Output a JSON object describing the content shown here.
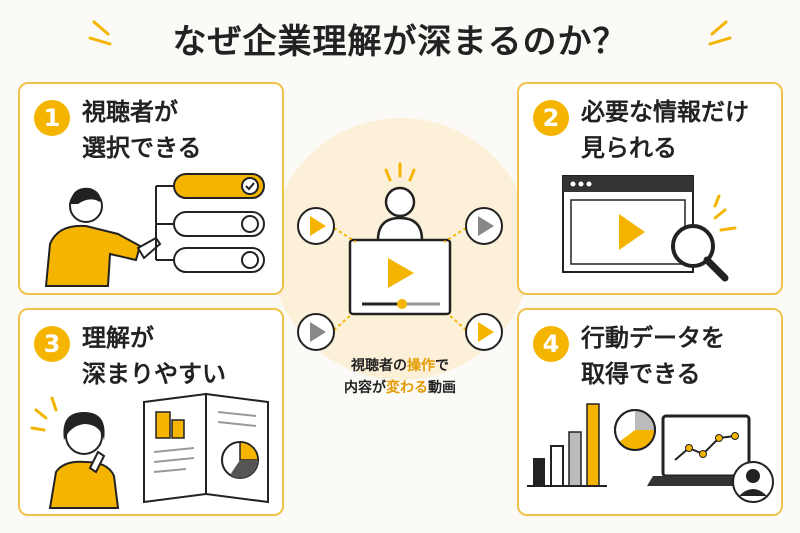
{
  "title": "なぜ企業理解が深まるのか？",
  "colors": {
    "accent": "#f4b400",
    "border": "#f0c24a",
    "dark": "#333333",
    "gray": "#999999"
  },
  "cards": [
    {
      "num": "1",
      "line1": "視聴者が",
      "line2": "選択できる"
    },
    {
      "num": "2",
      "line1": "必要な情報だけ",
      "line2": "見られる"
    },
    {
      "num": "3",
      "line1": "理解が",
      "line2": "深まりやすい"
    },
    {
      "num": "4",
      "line1": "行動データを",
      "line2": "取得できる"
    }
  ],
  "center": {
    "line1_a": "視聴者の",
    "line1_b": "操作",
    "line1_c": "で",
    "line2_a": "内容が",
    "line2_b": "変わる",
    "line2_c": "動画"
  }
}
